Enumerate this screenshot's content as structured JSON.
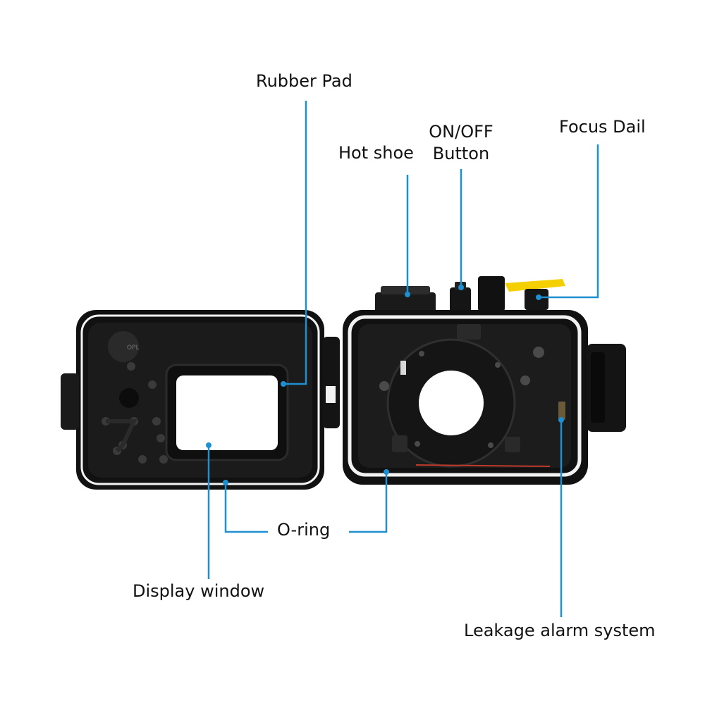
{
  "labels": {
    "rubber_pad": "Rubber Pad",
    "hot_shoe": "Hot shoe",
    "on_off_line1": "ON/OFF",
    "on_off_line2": "Button",
    "focus_dial": "Focus Dail",
    "o_ring": "O-ring",
    "display_window": "Display window",
    "leakage_alarm": "Leakage alarm system"
  },
  "colors": {
    "callout_line": "#1e8fd0",
    "housing_body": "#111111",
    "housing_highlight": "#2b2b2b",
    "o_ring": "#f2f2f2",
    "lever": "#f5d000",
    "background": "#ffffff"
  }
}
